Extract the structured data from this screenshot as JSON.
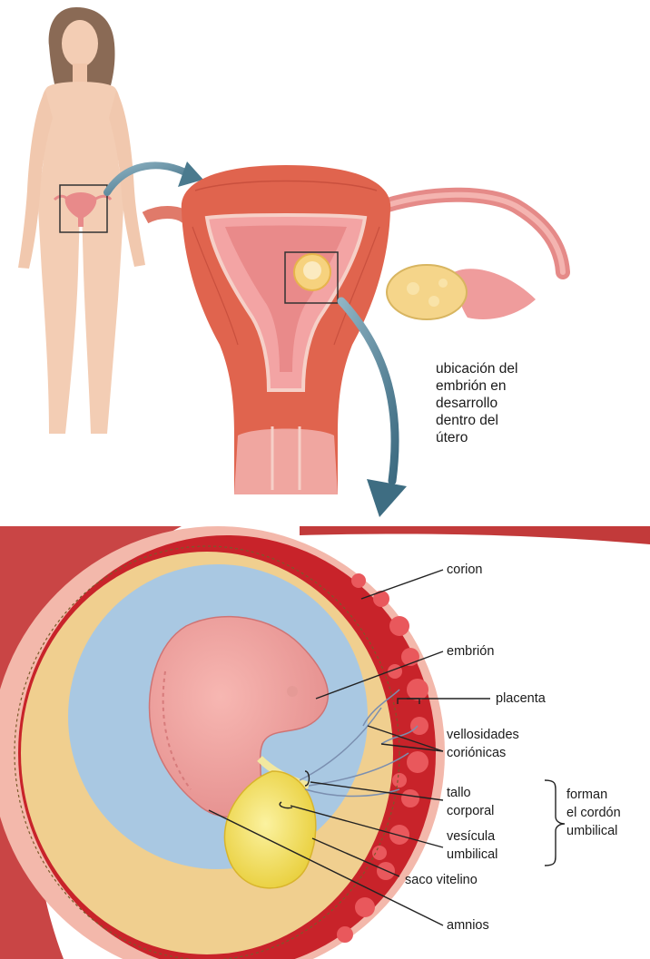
{
  "top_panel": {
    "location_caption": [
      "ubicación del",
      "embrión en",
      "desarrollo",
      "dentro del",
      "útero"
    ]
  },
  "bottom_panel": {
    "labels": {
      "corion": "corion",
      "embrion": "embrión",
      "placenta": "placenta",
      "vellosidades": [
        "vellosidades",
        "coriónicas"
      ],
      "tallo": [
        "tallo",
        "corporal"
      ],
      "vesicula": [
        "vesícula",
        "umbilical"
      ],
      "saco_vitelino": "saco vitelino",
      "amnios": "amnios",
      "forman": [
        "forman",
        "el cordón",
        "umbilical"
      ]
    }
  },
  "colors": {
    "skin": "#f3cdb4",
    "uterus_muscle": "#e0644e",
    "lining_pink": "#f2a6a6",
    "amnion_blue": "#a9c8e2",
    "chorion_tan": "#f0cf8f",
    "placenta_red": "#c8232a",
    "yolk_yellow": "#f3e36a",
    "embryo_pink": "#f2a0a0",
    "arrow_teal": "#4a7a8e"
  }
}
